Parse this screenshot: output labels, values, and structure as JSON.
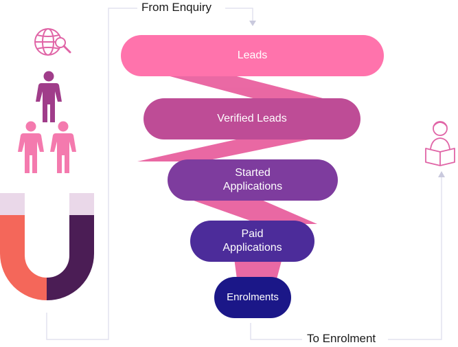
{
  "labels": {
    "from_enquiry": "From Enquiry",
    "to_enrolment": "To Enrolment"
  },
  "funnel": [
    {
      "line1": "Leads",
      "line2": "",
      "color": "#FF73AC"
    },
    {
      "line1": "Verified Leads",
      "line2": "",
      "color": "#BE4C96"
    },
    {
      "line1": "Started",
      "line2": "Applications",
      "color": "#7E3C9E"
    },
    {
      "line1": "Paid",
      "line2": "Applications",
      "color": "#4C2C9A"
    },
    {
      "line1": "Enrolments",
      "line2": "",
      "color": "#1B1788"
    }
  ],
  "colors": {
    "connector": "#E85C9C",
    "person_pink": "#F47AAE",
    "person_purple": "#A03D8A",
    "magnet_left": "#F4675A",
    "magnet_right": "#4B1D55",
    "magnet_tips": "#EAD8E9",
    "icon_outline": "#E064A6",
    "line": "#E2E2EF"
  },
  "icons": [
    "globe-search-icon",
    "person-icon",
    "people-icon",
    "magnet-icon",
    "student-reading-icon"
  ]
}
